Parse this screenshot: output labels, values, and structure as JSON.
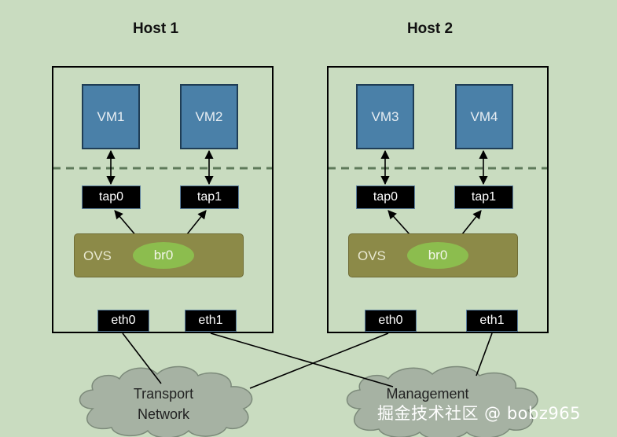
{
  "hosts": [
    {
      "title": "Host 1",
      "vms": [
        "VM1",
        "VM2"
      ],
      "taps": [
        "tap0",
        "tap1"
      ],
      "ovs_label": "OVS",
      "bridge": "br0",
      "nics": [
        "eth0",
        "eth1"
      ]
    },
    {
      "title": "Host 2",
      "vms": [
        "VM3",
        "VM4"
      ],
      "taps": [
        "tap0",
        "tap1"
      ],
      "ovs_label": "OVS",
      "bridge": "br0",
      "nics": [
        "eth0",
        "eth1"
      ]
    }
  ],
  "networks": {
    "transport": {
      "line1": "Transport",
      "line2": "Network"
    },
    "management": {
      "line1": "Management"
    }
  },
  "watermark": "掘金技术社区 @ bobz965",
  "colors": {
    "background": "#c9dcc0",
    "vm_fill": "#4a80a8",
    "ovs_fill": "#8c8a48",
    "bridge_fill": "#8cbd4e",
    "cloud_fill": "#a6b2a3"
  }
}
